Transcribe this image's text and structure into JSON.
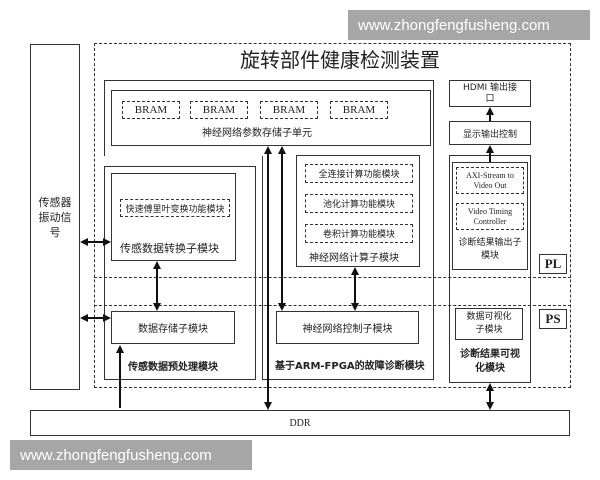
{
  "title": "旋转部件健康检测装置",
  "watermarks": {
    "top": "www.zhongfengfusheng.com",
    "bottom": "www.zhongfengfusheng.com"
  },
  "sensor": {
    "label": "传感器振动信号"
  },
  "zones": {
    "pl": "PL",
    "ps": "PS"
  },
  "nn_storage": {
    "label": "神经网络参数存储子单元",
    "brams": [
      "BRAM",
      "BRAM",
      "BRAM",
      "BRAM"
    ]
  },
  "preprocess": {
    "module_label": "传感数据预处理模块",
    "convert": {
      "label": "传感数据转换子模块",
      "fft": "快速傅里叶变换功能模块"
    },
    "storage": {
      "label": "数据存储子模块"
    }
  },
  "diagnosis": {
    "module_label": "基于ARM-FPGA的故障诊断模块",
    "compute": {
      "label": "神经网络计算子模块",
      "units": [
        "全连接计算功能模块",
        "池化计算功能模块",
        "卷积计算功能模块"
      ]
    },
    "control": {
      "label": "神经网络控制子模块"
    }
  },
  "output": {
    "hdmi": "HDMI 输出接口",
    "display_ctrl": "显示输出控制",
    "submodule": {
      "label": "诊断结果输出子模块",
      "axi": "AXI-Stream to Video Out",
      "vtc": "Video Timing Controller"
    }
  },
  "visual": {
    "module_label": "诊断结果可视化模块",
    "sub": {
      "label": "数据可视化子模块"
    }
  },
  "ddr": {
    "label": "DDR"
  }
}
